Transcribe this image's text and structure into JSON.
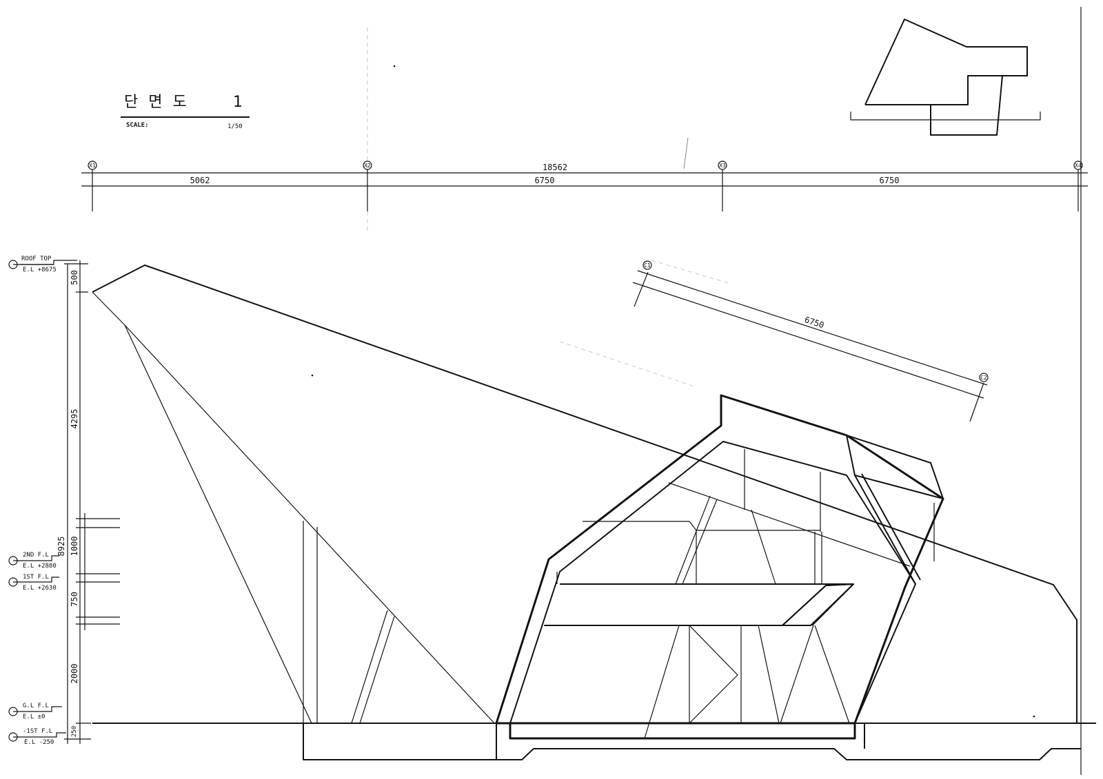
{
  "title": {
    "name": "단 면 도",
    "number": "1",
    "scale_label": "SCALE:",
    "scale_value": "1/50"
  },
  "grid": {
    "axes": [
      "X1",
      "X2",
      "X3",
      "X4"
    ],
    "total": "18562",
    "spans": [
      "5062",
      "6750",
      "6750"
    ]
  },
  "inclined_grid": {
    "axes": [
      "C1",
      "C2"
    ],
    "span": "6750"
  },
  "levels": [
    {
      "name": "ROOF TOP",
      "elevation": "E.L +8675"
    },
    {
      "name": "2ND F.L",
      "elevation": "E.L +2880"
    },
    {
      "name": "1ST F.L",
      "elevation": "E.L +2630"
    },
    {
      "name": "G.L F.L",
      "elevation": "E.L ±0"
    },
    {
      "name": "-1ST F.L",
      "elevation": "E.L -250"
    }
  ],
  "vertical_dims": {
    "total": "8925",
    "segments": [
      "500",
      "4295",
      "1000",
      "750",
      "2000",
      "250"
    ]
  }
}
